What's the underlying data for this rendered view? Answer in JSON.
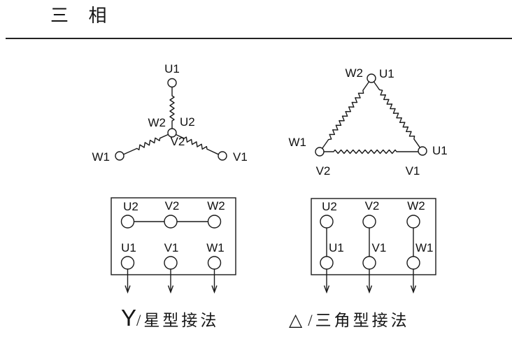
{
  "page": {
    "title": "三 相"
  },
  "star": {
    "u1": "U1",
    "w1": "W1",
    "v1": "V1",
    "w2": "W2",
    "u2": "U2",
    "v2": "V2"
  },
  "delta": {
    "w2": "W2",
    "u1_top": "U1",
    "w1": "W1",
    "v2": "V2",
    "u1_right": "U1",
    "v1": "V1"
  },
  "star_box": {
    "top": [
      "U2",
      "V2",
      "W2"
    ],
    "bottom": [
      "U1",
      "V1",
      "W1"
    ]
  },
  "delta_box": {
    "top": [
      "U2",
      "V2",
      "W2"
    ],
    "bottom": [
      "U1",
      "V1",
      "W1"
    ]
  },
  "captions": {
    "star": {
      "symbol": "Y",
      "text": "/星型接法"
    },
    "delta": {
      "symbol": "△",
      "text": "/三角型接法"
    }
  },
  "colors": {
    "line": "#1a1a1a",
    "background": "#ffffff"
  }
}
